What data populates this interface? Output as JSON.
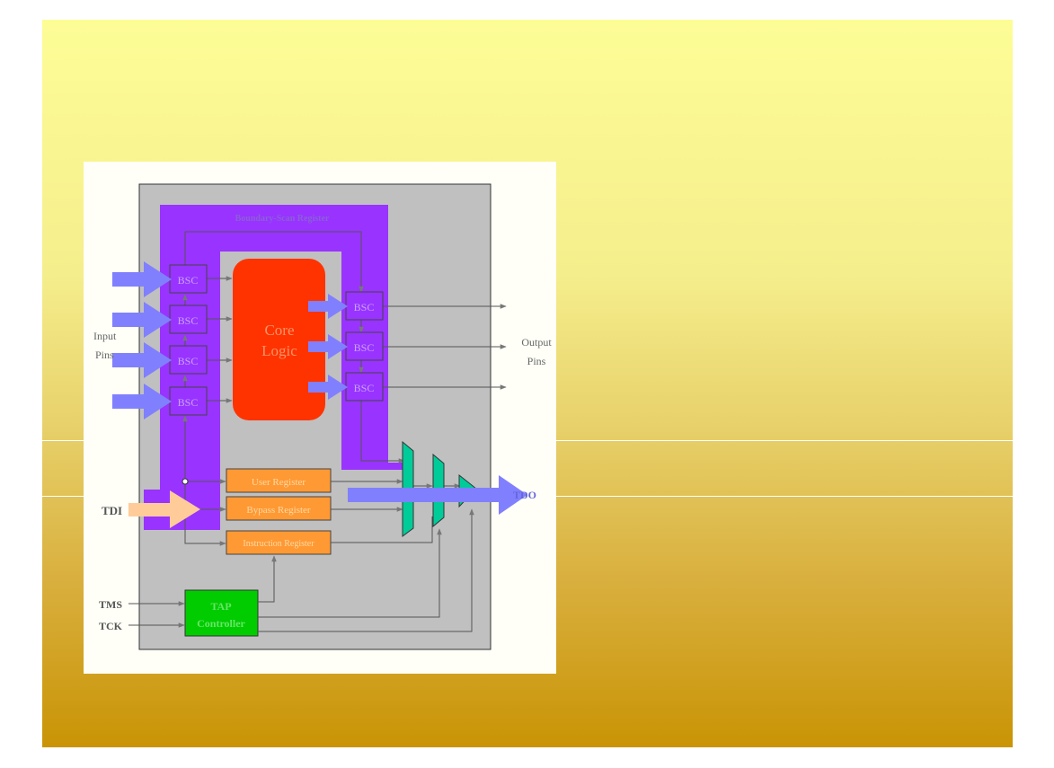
{
  "diagram": {
    "boundary_scan_register": "Boundary-Scan Register",
    "core_logic_line1": "Core",
    "core_logic_line2": "Logic",
    "bsc_input": [
      "BSC",
      "BSC",
      "BSC",
      "BSC"
    ],
    "bsc_output": [
      "BSC",
      "BSC",
      "BSC"
    ],
    "input_pins_line1": "Input",
    "input_pins_line2": "Pins",
    "output_pins_line1": "Output",
    "output_pins_line2": "Pins",
    "user_register": "User Register",
    "bypass_register": "Bypass Register",
    "instruction_register": "Instruction Register",
    "tap_line1": "TAP",
    "tap_line2": "Controller",
    "tdi": "TDI",
    "tdo": "TDO",
    "tms": "TMS",
    "tck": "TCK"
  },
  "colors": {
    "boundary_scan": "#9933ff",
    "core_logic": "#ff3300",
    "register": "#ff9933",
    "tap": "#00cc00",
    "mux": "#00cc99",
    "chip": "#c0c0c0",
    "signal_arrow": "#8080ff",
    "tdi_arrow": "#ffcc99"
  }
}
